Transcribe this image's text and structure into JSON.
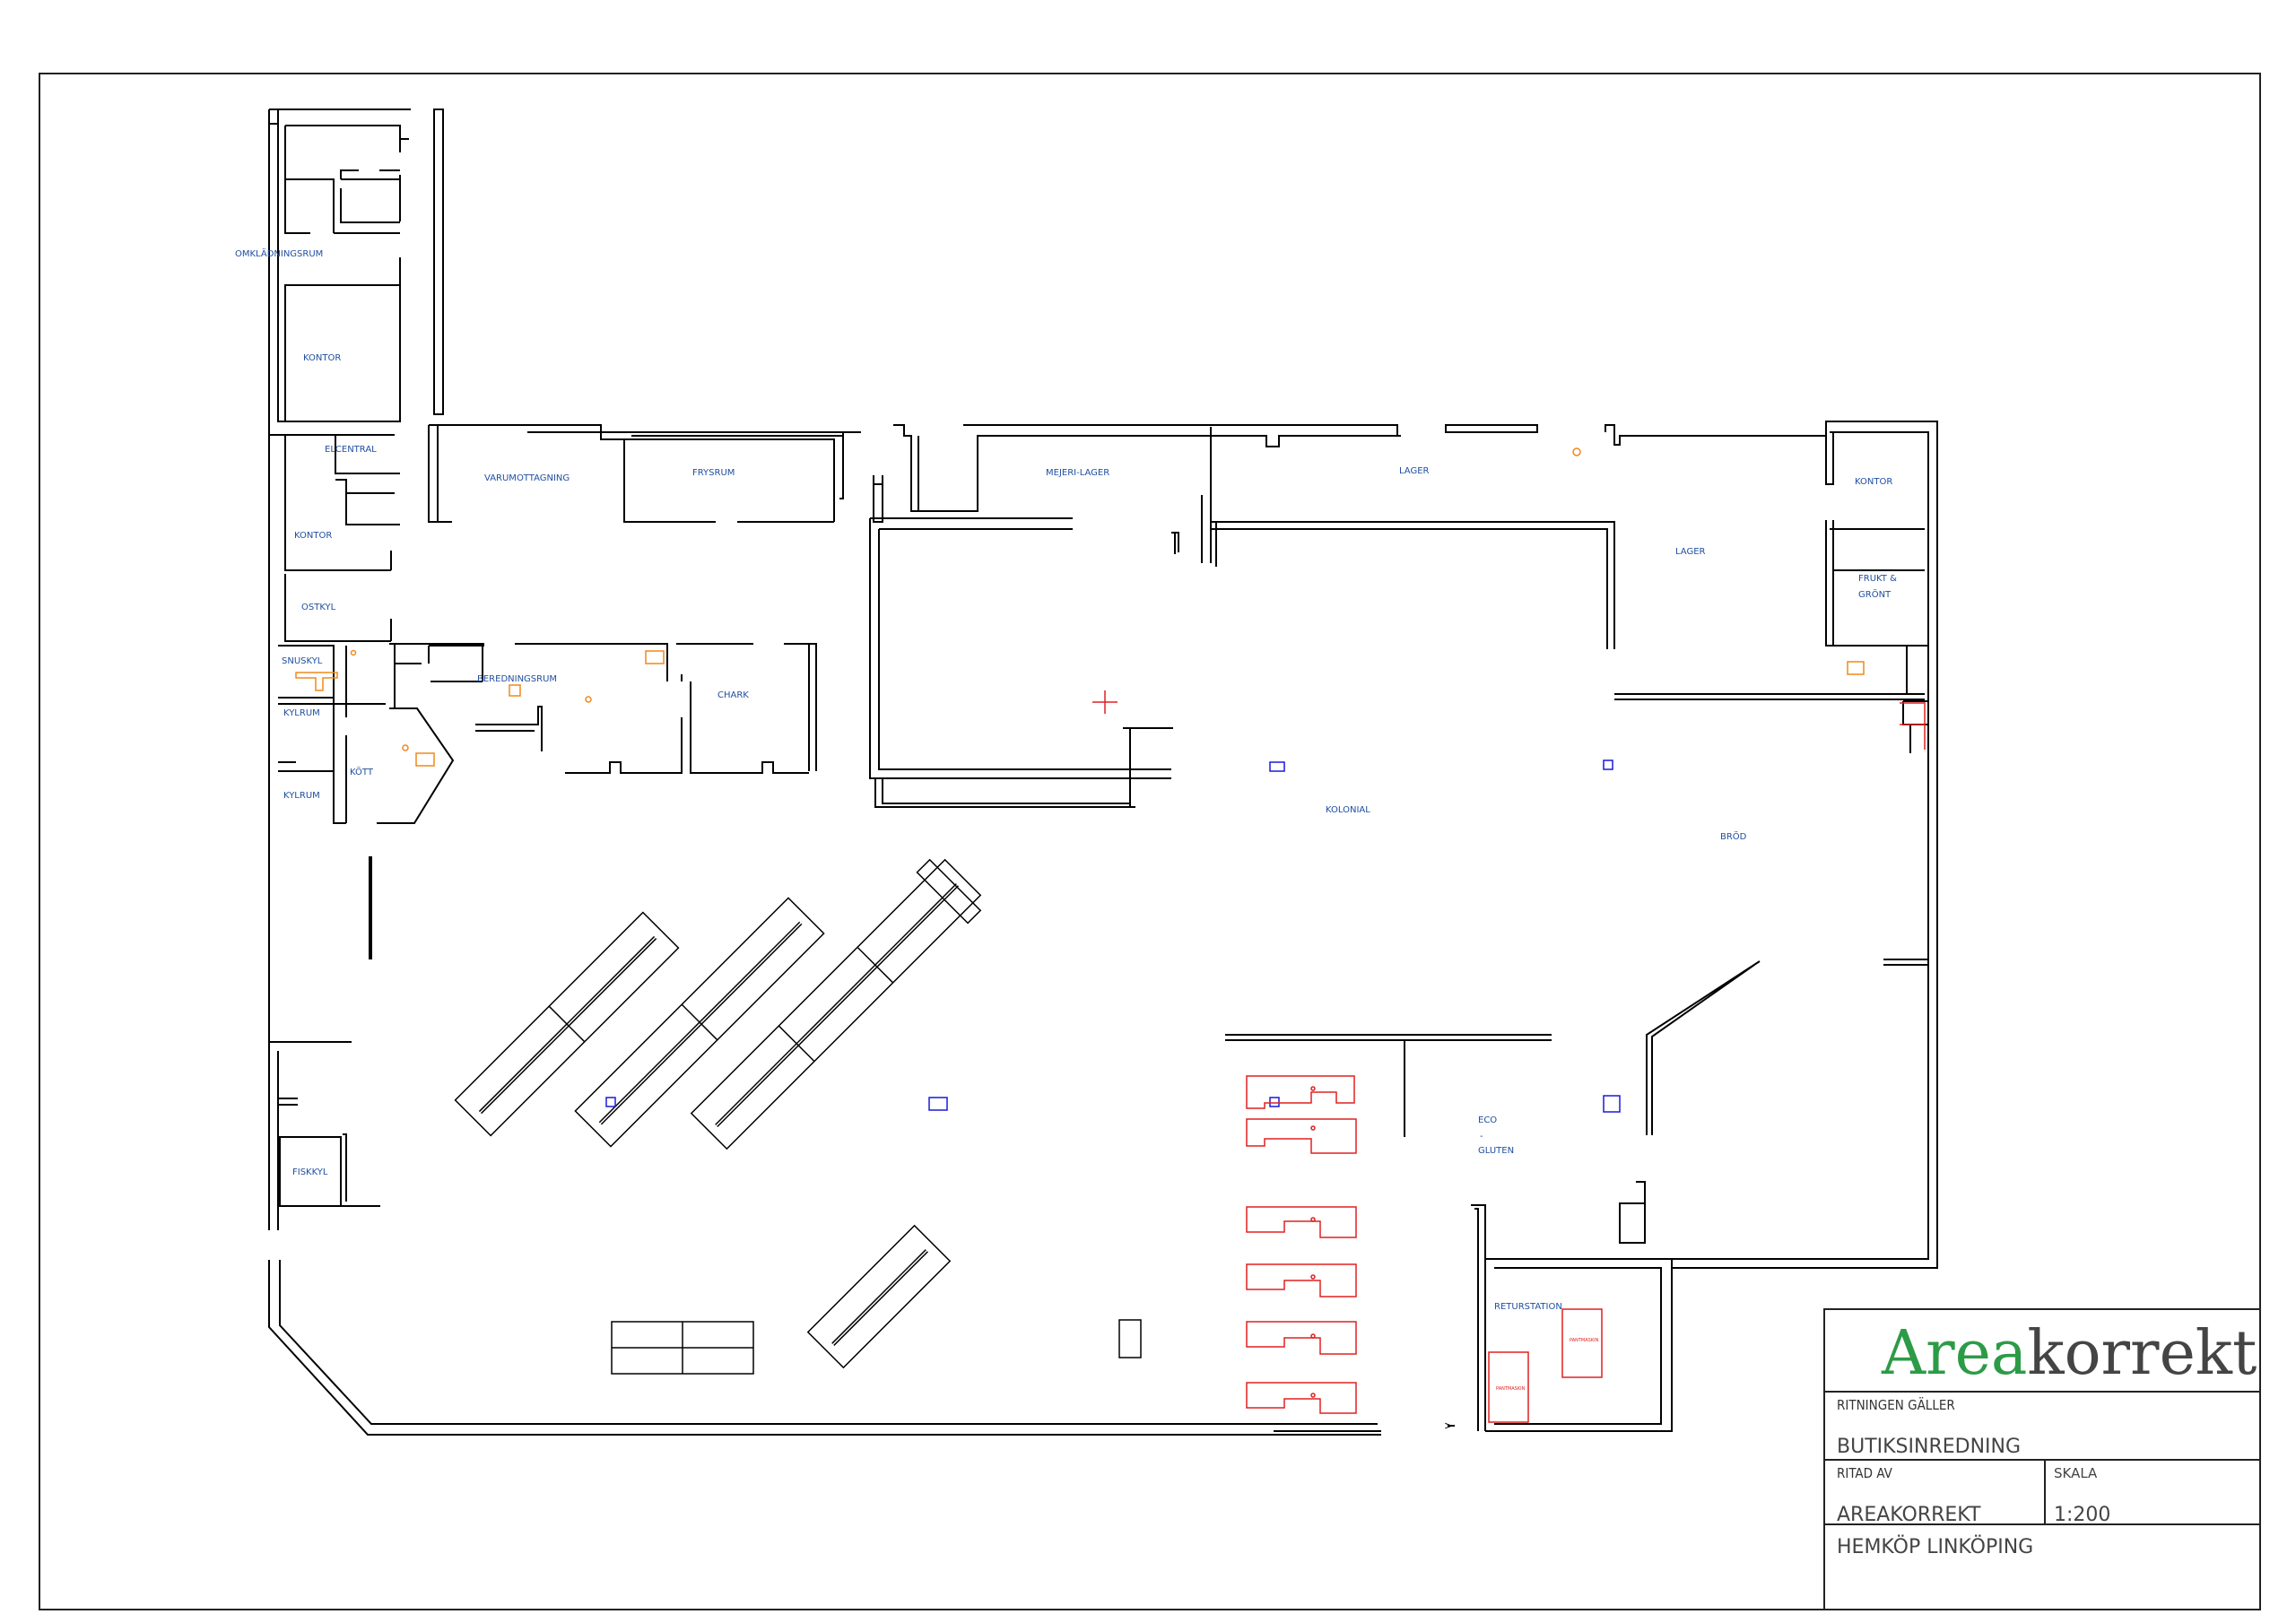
{
  "rooms": {
    "omkladningsrum": "OMKLÄDNINGSRUM",
    "kontor_1": "KONTOR",
    "elcentral": "ELCENTRAL",
    "kontor_2": "KONTOR",
    "ostkyl": "OSTKYL",
    "snuskyl": "SNUSKYL",
    "kylrum_1": "KYLRUM",
    "kylrum_2": "KYLRUM",
    "kott": "KÖTT",
    "varumottagning": "VARUMOTTAGNING",
    "frysrum": "FRYSRUM",
    "beredningsrum": "BEREDNINGSRUM",
    "chark": "CHARK",
    "mejeri_lager": "MEJERI-LAGER",
    "lager_1": "LAGER",
    "lager_2": "LAGER",
    "kontor_3": "KONTOR",
    "frukt_line1": "FRUKT &",
    "frukt_line2": "GRÖNT",
    "kolonial": "KOLONIAL",
    "brod": "BRÖD",
    "eco_line1": "ECO",
    "eco_line2": "-",
    "eco_line3": "GLUTEN",
    "fiskkyl": "FISKKYL",
    "returstation": "RETURSTATION",
    "entrance_mark": ">"
  },
  "title_block": {
    "logo_green": "Area",
    "logo_gray": "korrekt",
    "valid_label": "RITNINGEN GÄLLER",
    "valid_value": "BUTIKSINREDNING",
    "drawn_label": "RITAD AV",
    "drawn_value": "AREAKORREKT",
    "scale_label": "SKALA",
    "scale_value": "1:200",
    "project": "HEMKÖP LINKÖPING"
  },
  "colors": {
    "walls": "#000000",
    "room_labels": "#1f4fa0",
    "fixtures_orange": "#f0891a",
    "fixtures_blue": "#1a1ad8",
    "checkouts_red": "#e02020",
    "logo_green": "#2c9b46"
  }
}
